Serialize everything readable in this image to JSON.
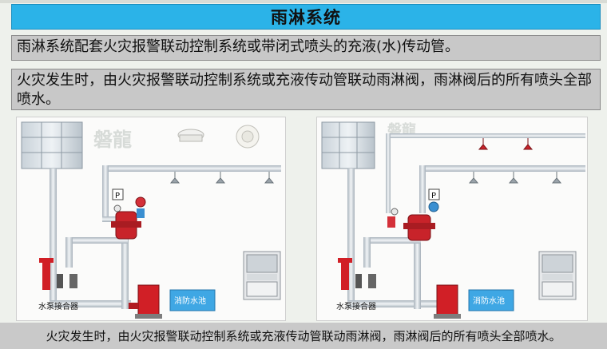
{
  "title": "雨淋系统",
  "info": {
    "line1": "雨淋系统配套火灾报警联动控制系统或带闭式喷头的充液(水)传动管。",
    "line2": "火灾发生时，由火灾报警联动控制系统或充液传动管联动雨淋阀，雨淋阀后的所有喷头全部喷水。"
  },
  "panels": {
    "left": {
      "watermark": "磐龍",
      "gauge_label": "P",
      "connector_label": "水泵接合器",
      "pool_label": "消防水池"
    },
    "right": {
      "watermark": "磐龍",
      "gauge_label": "P",
      "connector_label": "水泵接合器",
      "pool_label": "消防水池"
    }
  },
  "caption": "火灾发生时，由火灾报警联动控制系统或充液传动管联动雨淋阀，雨淋阀后的所有喷头全部喷水。",
  "colors": {
    "title_bg": "#2bb3e8",
    "pipe": "#cfd6dc",
    "valve": "#c8232a",
    "pool": "#3fa7e4"
  }
}
